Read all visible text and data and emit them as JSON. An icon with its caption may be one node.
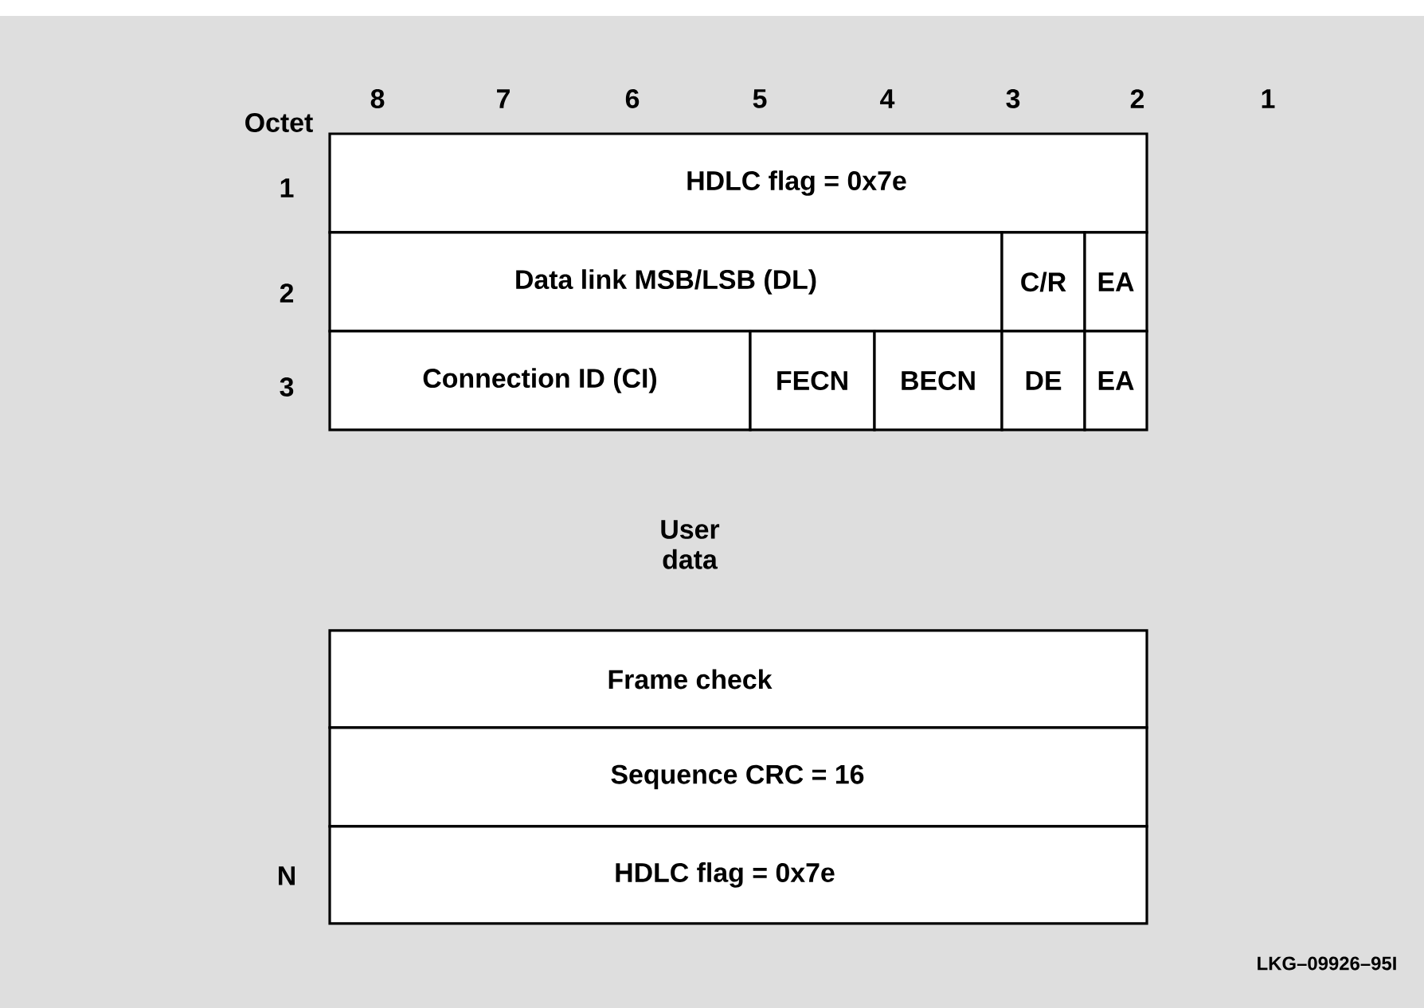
{
  "diagram": {
    "nodes": [
      {
        "text": [
          "HDLC flag = 0x7e"
        ]
      },
      {
        "text": [
          "Data link MSB/LSB  (DL)"
        ]
      },
      {
        "text": [
          "C/R"
        ]
      },
      {
        "text": [
          "EA"
        ]
      },
      {
        "text": [
          "Connection  ID    (CI)"
        ]
      },
      {
        "text": [
          "FECN"
        ]
      },
      {
        "text": [
          "BECN"
        ]
      },
      {
        "text": [
          "DE"
        ]
      },
      {
        "text": [
          "EA"
        ]
      },
      {
        "text": [
          "Frame check"
        ]
      },
      {
        "text": [
          "Sequence CRC = 16"
        ]
      },
      {
        "text": [
          "HDLC flag = 0x7e"
        ]
      }
    ],
    "labels": [
      "8",
      "7",
      "6",
      "5",
      "4",
      "3",
      "2",
      "1",
      "Octet",
      "1",
      "2",
      "3",
      "User data",
      "N",
      "LKG–09926–95I"
    ]
  }
}
